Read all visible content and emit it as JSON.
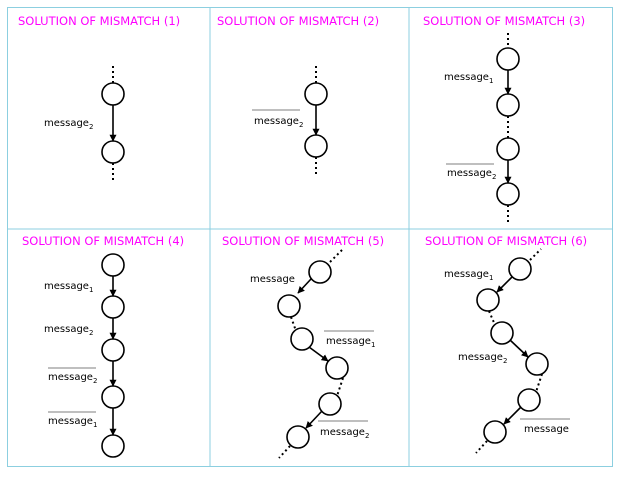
{
  "colors": {
    "title": "#ff00ff",
    "border": "#8ccfe0",
    "ink": "#000000"
  },
  "panels": [
    {
      "title": "SOLUTION OF MISMATCH (1)",
      "labels": [
        {
          "base": "message",
          "sub": "2",
          "overline": false
        }
      ]
    },
    {
      "title": "SOLUTION OF MISMATCH (2)",
      "labels": [
        {
          "base": "message",
          "sub": "2",
          "overline": true
        }
      ]
    },
    {
      "title": "SOLUTION OF MISMATCH (3)",
      "labels": [
        {
          "base": "message",
          "sub": "1",
          "overline": false
        },
        {
          "base": "message",
          "sub": "2",
          "overline": true
        }
      ]
    },
    {
      "title": "SOLUTION OF MISMATCH (4)",
      "labels": [
        {
          "base": "message",
          "sub": "1",
          "overline": false
        },
        {
          "base": "message",
          "sub": "2",
          "overline": false
        },
        {
          "base": "message",
          "sub": "2",
          "overline": true
        },
        {
          "base": "message",
          "sub": "1",
          "overline": true
        }
      ]
    },
    {
      "title": "SOLUTION OF MISMATCH (5)",
      "labels": [
        {
          "base": "message",
          "sub": "",
          "overline": false
        },
        {
          "base": "message",
          "sub": "1",
          "overline": true
        },
        {
          "base": "message",
          "sub": "2",
          "overline": true
        }
      ]
    },
    {
      "title": "SOLUTION OF MISMATCH (6)",
      "labels": [
        {
          "base": "message",
          "sub": "1",
          "overline": false
        },
        {
          "base": "message",
          "sub": "2",
          "overline": false
        },
        {
          "base": "message",
          "sub": "",
          "overline": true
        }
      ]
    }
  ]
}
